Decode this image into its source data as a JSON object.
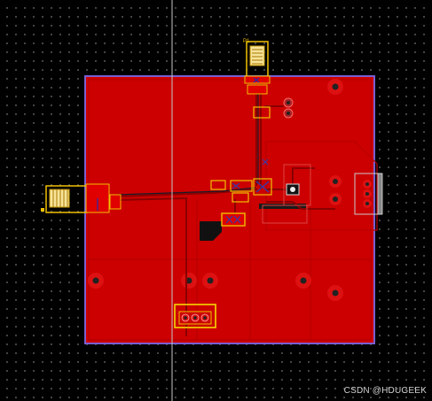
{
  "app": {
    "name": "PCB layout editor"
  },
  "colors": {
    "background": "#000000",
    "grid_dot": "#5a5a5a",
    "top_copper": "#e00000",
    "pour": "#cc0000",
    "board_outline": "#7a5fd0",
    "silkscreen": "#f0c000",
    "via": "#8a8a8a",
    "cursor_line": "#c8c8c8"
  },
  "view": {
    "grid": "dots",
    "cursor_crosshair": "vertical"
  },
  "icons": {
    "component_top": "spring-connector-icon",
    "component_left": "spring-connector-icon",
    "usb": "usb-connector-icon"
  },
  "watermark": {
    "text": "CSDN @HDUGEEK"
  },
  "designator_marker": "P1"
}
